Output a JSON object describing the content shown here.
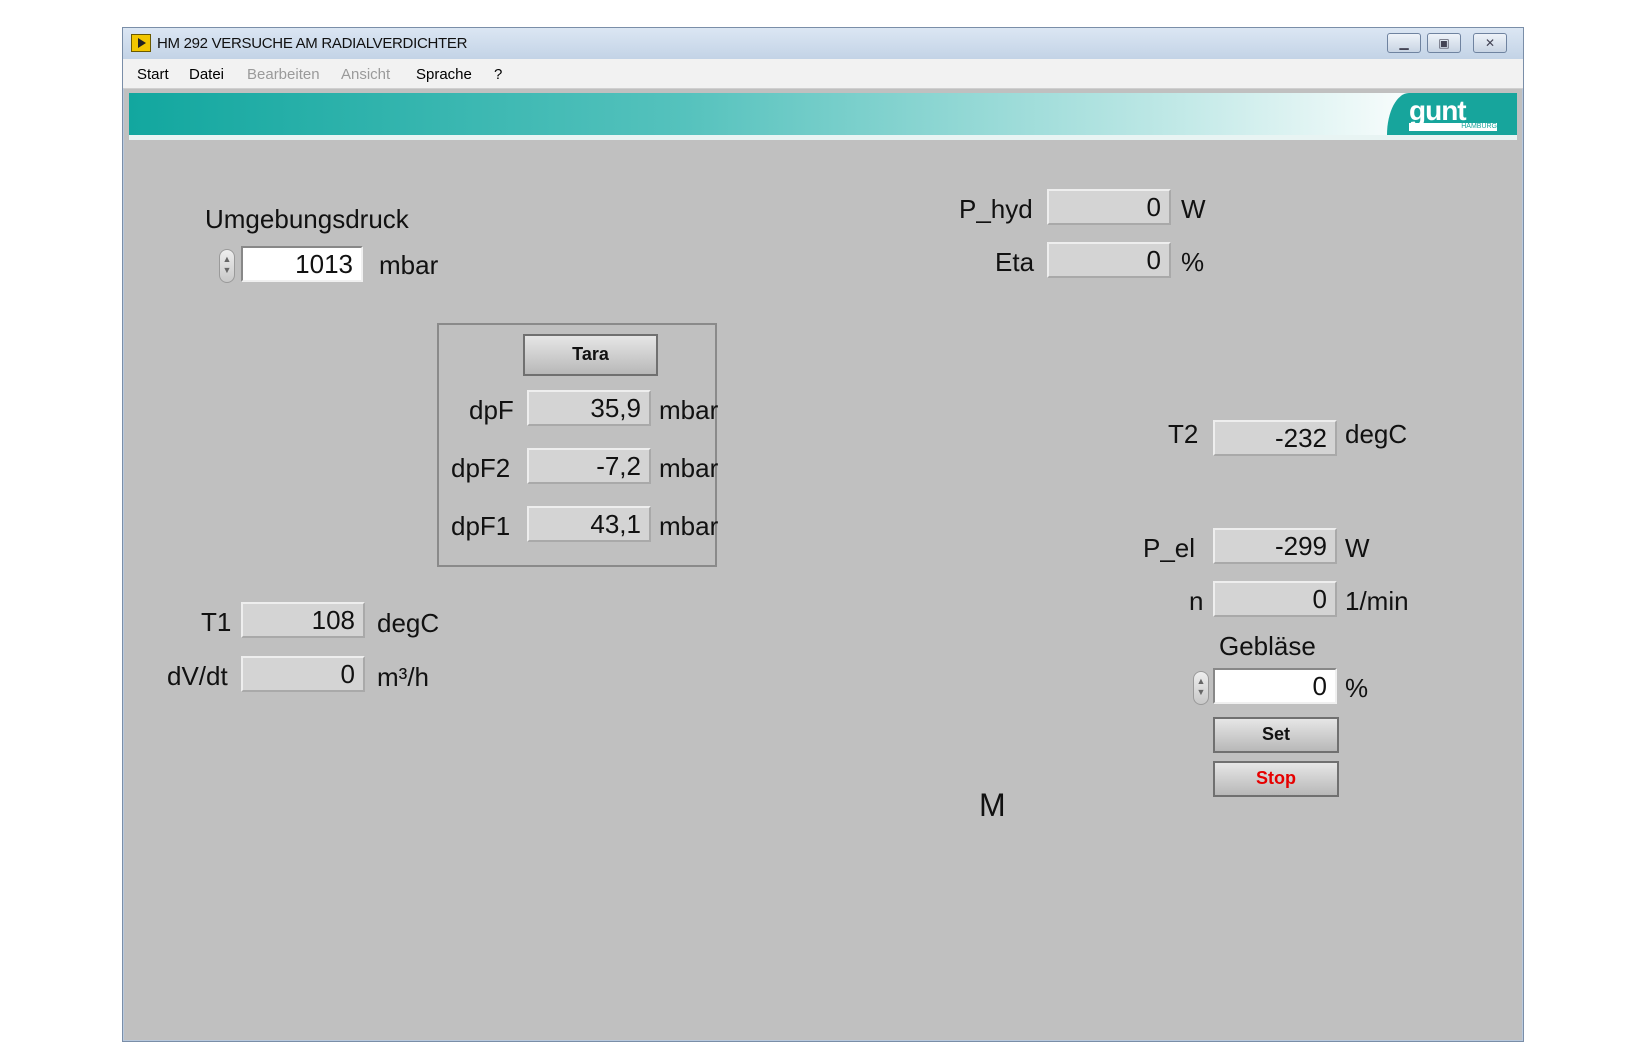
{
  "window": {
    "title": "HM 292 VERSUCHE AM RADIALVERDICHTER",
    "controls": [
      "minimize-icon",
      "maximize-icon",
      "close-icon"
    ]
  },
  "menu": {
    "items": [
      {
        "label": "Start",
        "enabled": true
      },
      {
        "label": "Datei",
        "enabled": true
      },
      {
        "label": "Bearbeiten",
        "enabled": false
      },
      {
        "label": "Ansicht",
        "enabled": false
      },
      {
        "label": "Sprache",
        "enabled": true
      },
      {
        "label": "?",
        "enabled": true
      }
    ]
  },
  "banner": {
    "logo_text": "gunt",
    "logo_subtext": "HAMBURG"
  },
  "ambient": {
    "label": "Umgebungsdruck",
    "value": "1013",
    "unit": "mbar"
  },
  "tara": {
    "label": "Tara"
  },
  "pressures": {
    "dpF": {
      "label": "dpF",
      "value": "35,9",
      "unit": "mbar"
    },
    "dpF2": {
      "label": "dpF2",
      "value": "-7,2",
      "unit": "mbar"
    },
    "dpF1": {
      "label": "dpF1",
      "value": "43,1",
      "unit": "mbar"
    }
  },
  "inlet": {
    "T1": {
      "label": "T1",
      "value": "108",
      "unit": "degC"
    },
    "flow": {
      "label": "dV/dt",
      "value": "0",
      "unit": "m³/h"
    }
  },
  "outlet": {
    "P_hyd": {
      "label": "P_hyd",
      "value": "0",
      "unit": "W"
    },
    "Eta": {
      "label": "Eta",
      "value": "0",
      "unit": "%"
    },
    "T2": {
      "label": "T2",
      "value": "-232",
      "unit": "degC"
    }
  },
  "drive": {
    "P_el": {
      "label": "P_el",
      "value": "-299",
      "unit": "W"
    },
    "n": {
      "label": "n",
      "value": "0",
      "unit": "1/min"
    },
    "blower": {
      "label": "Gebläse",
      "value": "0",
      "unit": "%"
    },
    "set_label": "Set",
    "stop_label": "Stop",
    "motor_label": "M"
  },
  "colors": {
    "flow_blue": "#18c3ef",
    "arrow_blue": "#6cc4dc",
    "banner_teal": "#17a59c",
    "stop_red": "#e60000"
  }
}
